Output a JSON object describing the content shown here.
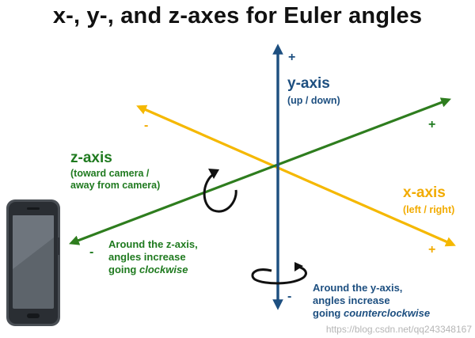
{
  "title": "x-, y-, and z-axes for Euler angles",
  "colors": {
    "y_axis": "#1d4f80",
    "x_axis": "#f5b800",
    "x_text": "#f2ab00",
    "z_axis": "#2e7d1e",
    "z_text": "#1f7a1f",
    "ink": "#111111"
  },
  "axes": {
    "y": {
      "label": "y-axis",
      "sublabel": "(up / down)",
      "plus": "+",
      "minus": "-"
    },
    "x": {
      "label": "x-axis",
      "sublabel": "(left / right)",
      "plus": "+",
      "minus": "-"
    },
    "z": {
      "label": "z-axis",
      "sublabel_1": "(toward camera /",
      "sublabel_2": "away from camera)",
      "plus": "+",
      "minus": "-"
    }
  },
  "notes": {
    "z": {
      "line1": "Around the z-axis,",
      "line2": "angles increase",
      "line3_prefix": "going ",
      "line3_em": "clockwise"
    },
    "y": {
      "line1": "Around the y-axis,",
      "line2": "angles increase",
      "line3_prefix": "going ",
      "line3_em": "counterclockwise"
    }
  },
  "icons": [
    "phone-icon",
    "clockwise-rotation-icon",
    "counterclockwise-rotation-icon"
  ],
  "watermark": "https://blog.csdn.net/qq243348167"
}
